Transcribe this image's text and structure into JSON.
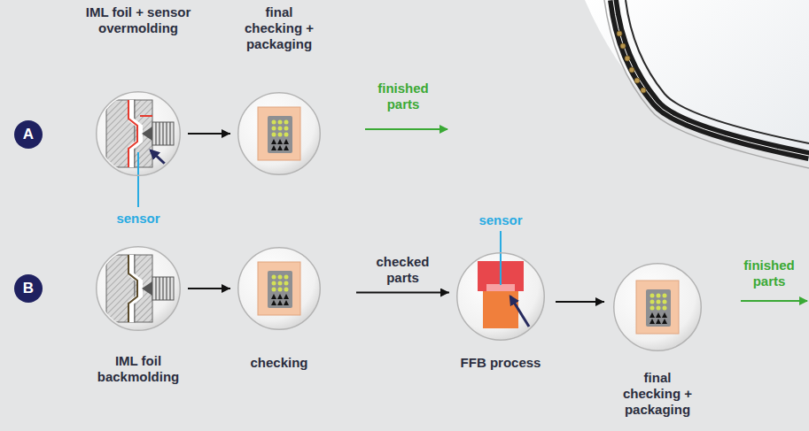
{
  "diagram": {
    "nodes": [
      {
        "text": [
          "A"
        ]
      },
      {
        "text": [
          "IML foil + sensor overmolding"
        ]
      },
      {
        "text": [
          "final checking + packaging"
        ]
      },
      {
        "text": [
          "B"
        ]
      },
      {
        "text": [
          "IML foil backmolding"
        ]
      },
      {
        "text": [
          "checking"
        ]
      },
      {
        "text": [
          "FFB process"
        ]
      },
      {
        "text": [
          "final checking + packaging"
        ]
      }
    ],
    "edges": [
      {
        "from": 1,
        "to": 2,
        "arrow": "to"
      },
      {
        "from": 4,
        "to": 5,
        "arrow": "to"
      },
      {
        "from": 5,
        "to": 6,
        "label": "checked parts",
        "arrow": "to"
      },
      {
        "from": 6,
        "to": 7,
        "arrow": "to"
      }
    ],
    "labels": [
      "finished parts",
      "sensor",
      "sensor",
      "finished parts"
    ]
  }
}
